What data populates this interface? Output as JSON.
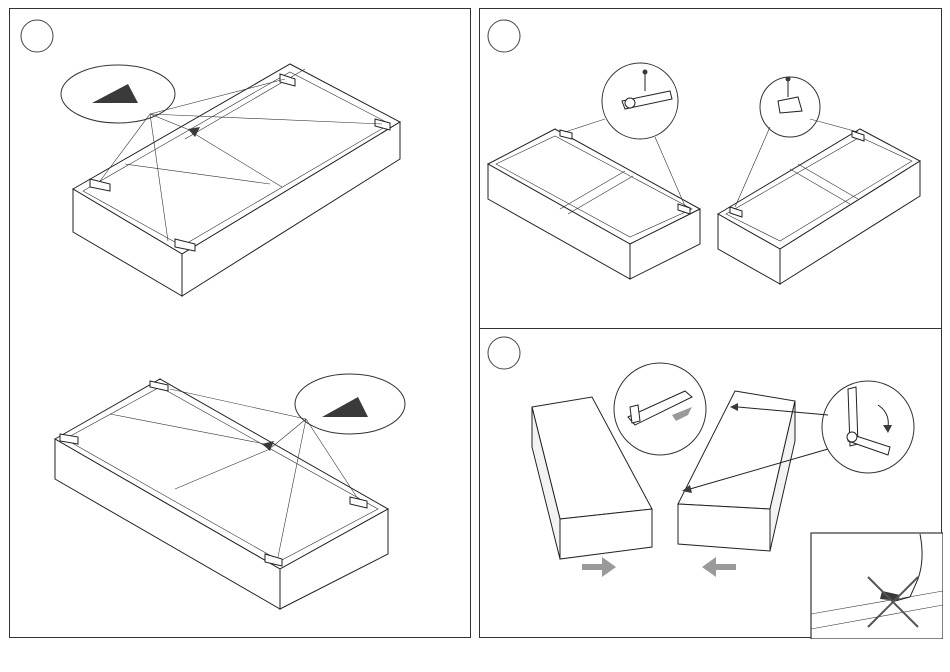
{
  "panels": [
    {
      "id": "left",
      "step_number": ""
    },
    {
      "id": "top-right",
      "step_number": ""
    },
    {
      "id": "bottom-right",
      "step_number": ""
    }
  ],
  "colors": {
    "border": "#333333",
    "arrow_grey": "#9a9a9a",
    "dark_part": "#3a3a3a"
  },
  "icons": [
    "triangle-bracket-icon",
    "hinge-detail-icon",
    "screw-icon",
    "push-arrow-icon",
    "prohibited-cross-icon"
  ]
}
